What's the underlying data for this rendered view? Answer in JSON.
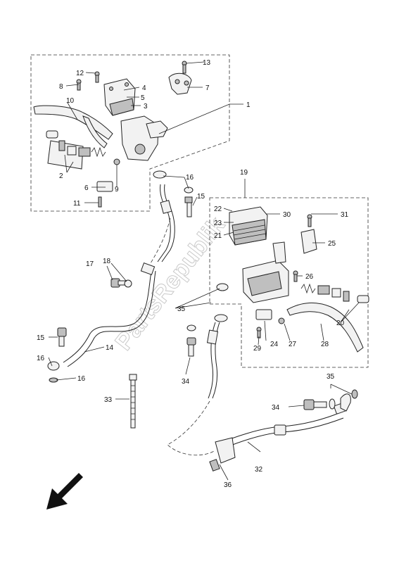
{
  "watermark": "PartsRepublik",
  "callouts": {
    "c1": "1",
    "c2": "2",
    "c3": "3",
    "c4": "4",
    "c5": "5",
    "c6": "6",
    "c7": "7",
    "c8": "8",
    "c9": "9",
    "c10": "10",
    "c11": "11",
    "c12": "12",
    "c13": "13",
    "c14": "14",
    "c15a": "15",
    "c15b": "15",
    "c16a": "16",
    "c16b": "16",
    "c16c": "16",
    "c17": "17",
    "c18": "18",
    "c19": "19",
    "c20": "20",
    "c21": "21",
    "c22": "22",
    "c23": "23",
    "c24": "24",
    "c25": "25",
    "c26": "26",
    "c27": "27",
    "c28": "28",
    "c29": "29",
    "c30": "30",
    "c31": "31",
    "c32": "32",
    "c33": "33",
    "c34a": "34",
    "c34b": "34",
    "c35a": "35",
    "c35b": "35",
    "c36": "36"
  }
}
